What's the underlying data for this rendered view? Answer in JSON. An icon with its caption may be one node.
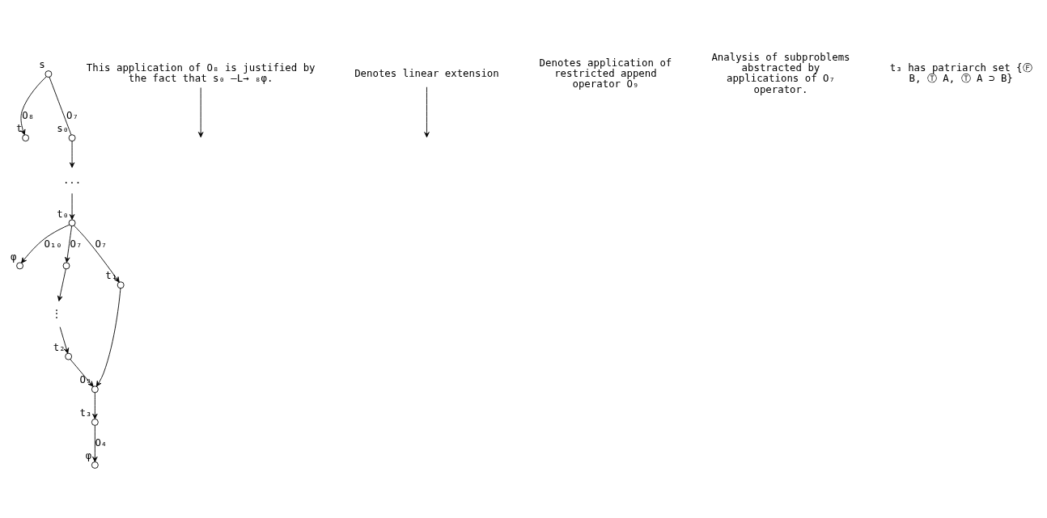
{
  "diagram": {
    "nodes": [
      {
        "text": [],
        "shape": "circle",
        "beside": [
          "s"
        ]
      },
      {
        "text": [],
        "shape": "circle",
        "beside": [
          "t"
        ]
      },
      {
        "text": [],
        "shape": "circle",
        "beside": [
          "s₀"
        ]
      },
      {
        "text": [
          "..."
        ]
      },
      {
        "text": [],
        "shape": "circle",
        "beside": [
          "t₀"
        ]
      },
      {
        "text": [],
        "shape": "circle",
        "beside": [
          "φ"
        ]
      },
      {
        "text": [],
        "shape": "circle"
      },
      {
        "text": [
          "⋮"
        ]
      },
      {
        "text": [],
        "shape": "circle",
        "beside": [
          "t₂"
        ]
      },
      {
        "text": [],
        "shape": "circle",
        "beside": [
          "t₁"
        ]
      },
      {
        "text": [],
        "shape": "circle",
        "beside": [
          "O₉"
        ]
      },
      {
        "text": [],
        "shape": "circle",
        "beside": [
          "t₃"
        ]
      },
      {
        "text": [],
        "shape": "circle",
        "beside": [
          "φ"
        ]
      },
      {
        "text": [
          "This application of O₈ is justified by the fact that s₀ —L→ ₈φ."
        ]
      },
      {
        "text": [
          "Denotes linear extension"
        ]
      }
    ],
    "edges": [
      {
        "from": 0,
        "to": 1,
        "arrow": "to",
        "label": "O₈"
      },
      {
        "from": 0,
        "to": 2,
        "arrow": "none",
        "label": "O₇"
      },
      {
        "from": 2,
        "to": 3,
        "arrow": "to"
      },
      {
        "from": 3,
        "to": 4,
        "arrow": "to"
      },
      {
        "from": 4,
        "to": 5,
        "arrow": "to",
        "label": "O₁₀"
      },
      {
        "from": 4,
        "to": 6,
        "arrow": "to",
        "label": "O₇"
      },
      {
        "from": 4,
        "to": 9,
        "arrow": "to",
        "label": "O₇"
      },
      {
        "from": 6,
        "to": 7,
        "arrow": "to"
      },
      {
        "from": 7,
        "to": 8,
        "arrow": "to"
      },
      {
        "from": 8,
        "to": 10,
        "arrow": "to"
      },
      {
        "from": 9,
        "to": 10,
        "arrow": "to"
      },
      {
        "from": 10,
        "to": 11,
        "arrow": "to"
      },
      {
        "from": 11,
        "to": 12,
        "arrow": "to",
        "label": "O₄"
      },
      {
        "from": 13,
        "to": null,
        "arrow": "to"
      },
      {
        "from": 14,
        "to": null,
        "arrow": "to"
      }
    ],
    "labels": [
      "Denotes application of restricted append operator O₉",
      "Analysis of subproblems abstracted by applications of O₇ operator.",
      "t₃ has patriarch set {Ⓕ B, Ⓣ A, Ⓣ A ⊃ B}"
    ]
  }
}
